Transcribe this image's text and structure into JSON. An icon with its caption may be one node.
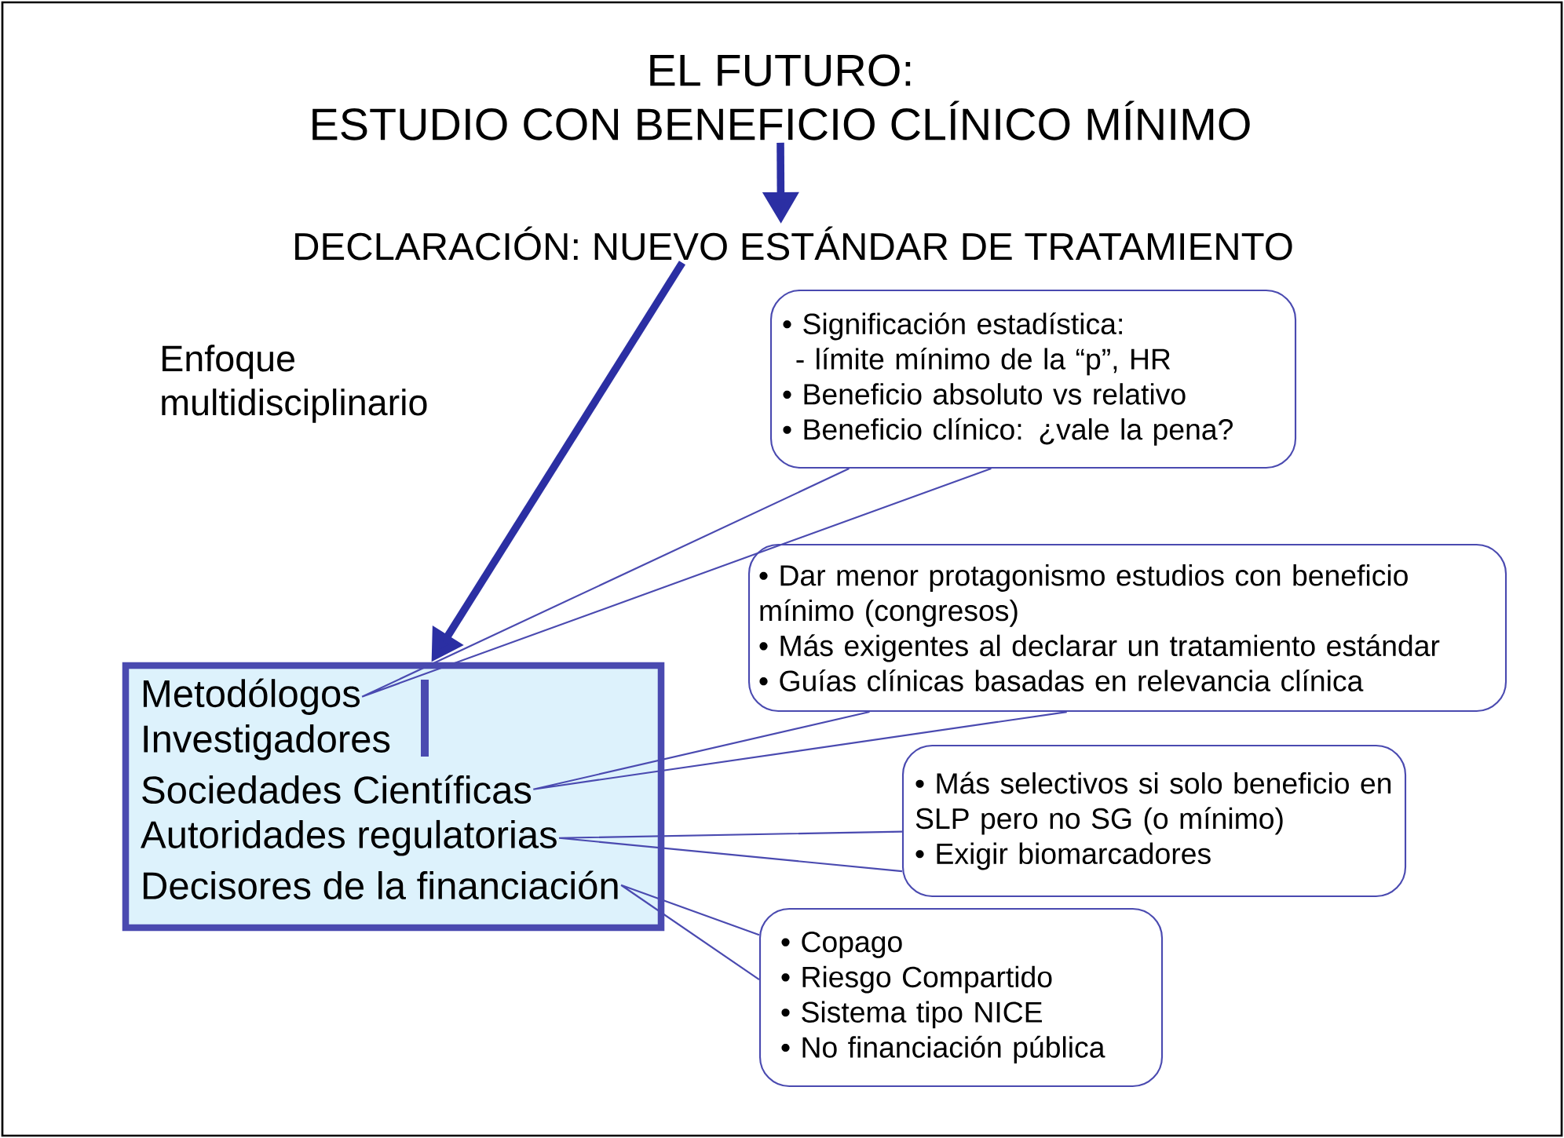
{
  "diagram": {
    "nodes": [
      {
        "text": [
          "EL FUTURO:",
          "ESTUDIO CON BENEFICIO CLÍNICO MÍNIMO"
        ]
      },
      {
        "text": [
          "DECLARACIÓN: NUEVO ESTÁNDAR DE TRATAMIENTO"
        ]
      },
      {
        "text": [],
        "shape": "box"
      },
      {
        "text": [
          "Metodólogos"
        ],
        "in": 2
      },
      {
        "text": [
          "Investigadores"
        ],
        "in": 2
      },
      {
        "text": [
          "Sociedades Científicas"
        ],
        "in": 2
      },
      {
        "text": [
          "Autoridades regulatorias"
        ],
        "in": 2
      },
      {
        "text": [
          "Decisores de la financiación"
        ],
        "in": 2
      },
      {
        "text": [
          "• Significación estadística:",
          "- límite mínimo de la “p”, HR",
          "• Beneficio absoluto vs relativo",
          "• Beneficio clínico: ¿vale la pena?"
        ]
      },
      {
        "text": [
          "• Dar menor protagonismo estudios con beneficio mínimo (congresos)",
          "• Más exigentes al declarar un tratamiento estándar",
          "• Guías clínicas basadas en relevancia clínica"
        ]
      },
      {
        "text": [
          "• Más selectivos si solo beneficio en SLP pero no SG (o mínimo)",
          "• Exigir biomarcadores"
        ]
      },
      {
        "text": [
          "• Copago",
          "• Riesgo Compartido",
          "• Sistema tipo NICE",
          "• No financiación pública"
        ]
      }
    ],
    "edges": [
      {
        "from": 0,
        "to": 1,
        "arrow": "to",
        "style": "thick"
      },
      {
        "from": 1,
        "to": 2,
        "arrow": "to",
        "style": "thick"
      },
      {
        "from": 8,
        "to": 3,
        "arrow": "none"
      },
      {
        "from": 9,
        "to": 5,
        "arrow": "none"
      },
      {
        "from": 10,
        "to": 6,
        "arrow": "none"
      },
      {
        "from": 11,
        "to": 7,
        "arrow": "none"
      }
    ],
    "labels": [
      "Enfoque multidisciplinario"
    ]
  }
}
